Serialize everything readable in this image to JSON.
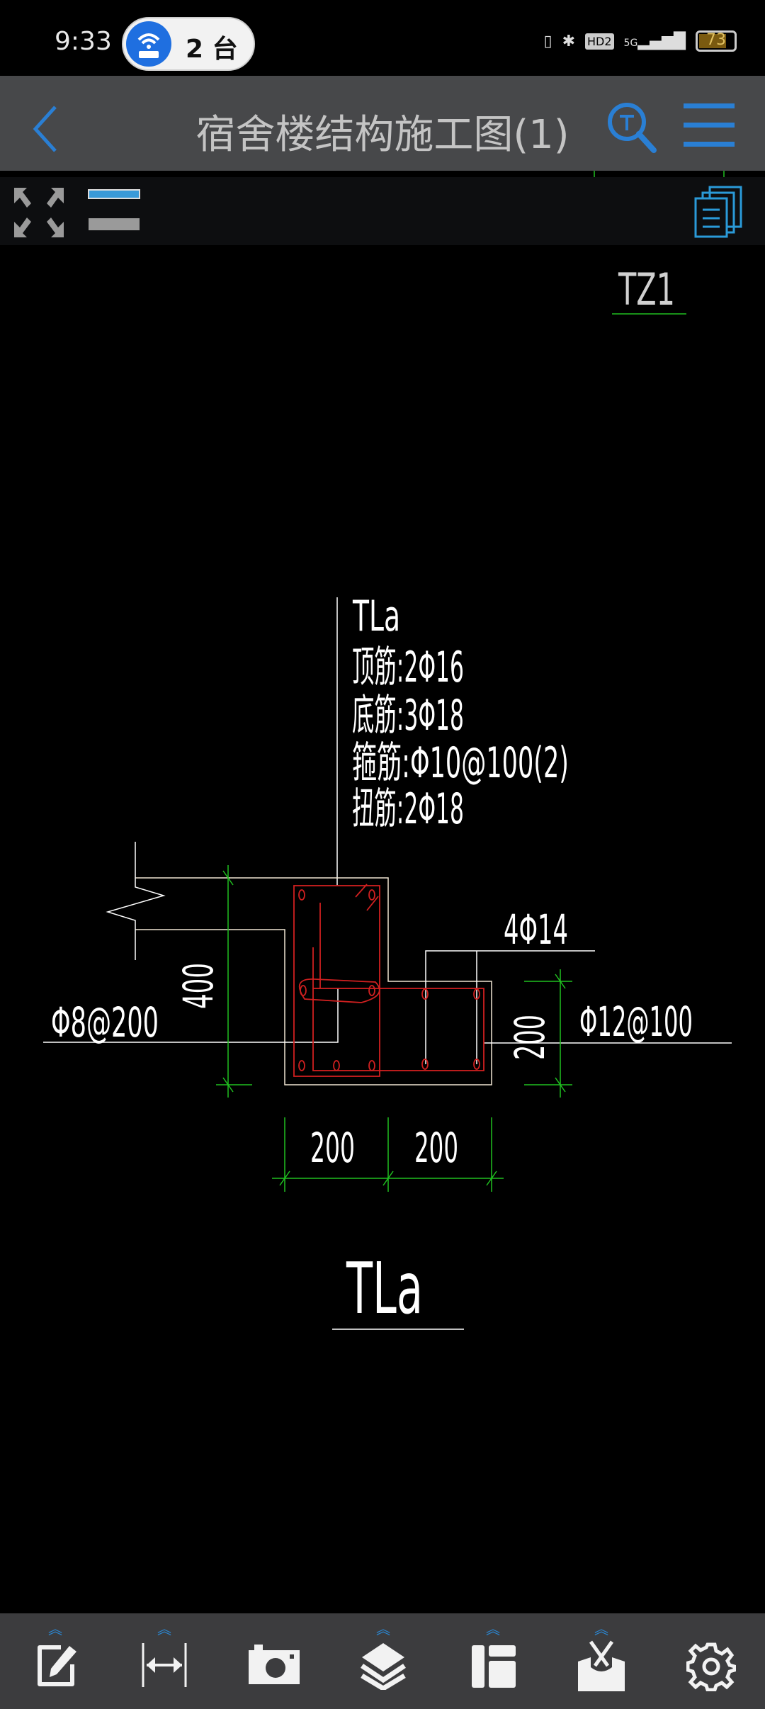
{
  "status_bar": {
    "time": "9:33",
    "hotspot_count": "2 台",
    "battery": "73",
    "network": "5G",
    "hd": "HD2"
  },
  "header": {
    "title": "宿舍楼结构施工图(1)",
    "back_icon": "chevron-left-icon",
    "search_icon": "text-search-icon",
    "menu_icon": "menu-icon"
  },
  "drawing": {
    "top_label": "TZ1",
    "beam_name": "TLa",
    "notes": [
      "顶筋:2Φ16",
      "底筋:3Φ18",
      "箍筋:Φ10@100(2)",
      "扭筋:2Φ18"
    ],
    "rebar_right": "4Φ14",
    "slab_left": "Φ8@200",
    "slab_right": "Φ12@100",
    "dim_height_left": "400",
    "dim_height_right": "200",
    "dim_width_1": "200",
    "dim_width_2": "200",
    "section_title": "TLa",
    "colors": {
      "outline": "#f0e6d2",
      "rebar": "#d02020",
      "dimension": "#20c020",
      "text": "#ffffff"
    }
  },
  "bottom_bar": {
    "tools": [
      "edit",
      "measure",
      "camera",
      "layers",
      "layout",
      "toolbox",
      "settings"
    ]
  }
}
